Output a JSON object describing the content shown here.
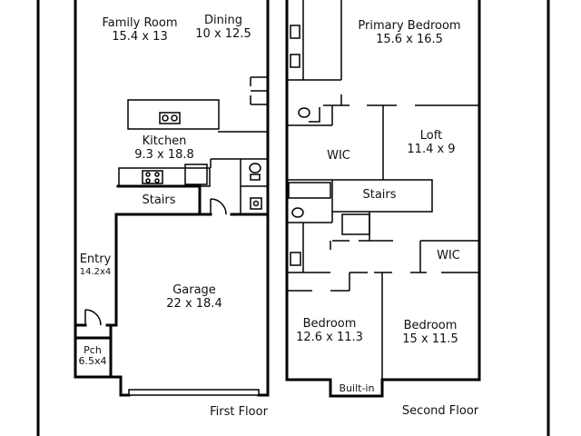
{
  "floor_captions": {
    "first": "First Floor",
    "second": "Second Floor"
  },
  "rooms": {
    "family_room": {
      "name": "Family Room",
      "dims": "15.4 x 13"
    },
    "dining": {
      "name": "Dining",
      "dims": "10 x 12.5"
    },
    "kitchen": {
      "name": "Kitchen",
      "dims": "9.3 x 18.8"
    },
    "stairs_first": {
      "name": "Stairs"
    },
    "entry": {
      "name": "Entry",
      "dims": "14.2x4"
    },
    "garage": {
      "name": "Garage",
      "dims": "22 x 18.4"
    },
    "porch": {
      "name": "Pch",
      "dims": "6.5x4"
    },
    "primary_bedroom": {
      "name": "Primary Bedroom",
      "dims": "15.6 x 16.5"
    },
    "wic_primary": {
      "name": "WIC"
    },
    "loft": {
      "name": "Loft",
      "dims": "11.4 x 9"
    },
    "stairs_second": {
      "name": "Stairs"
    },
    "wic_second": {
      "name": "WIC"
    },
    "bedroom_left": {
      "name": "Bedroom",
      "dims": "12.6 x 11.3"
    },
    "bedroom_right": {
      "name": "Bedroom",
      "dims": "15 x 11.5"
    },
    "built_in": {
      "name": "Built-in"
    }
  }
}
